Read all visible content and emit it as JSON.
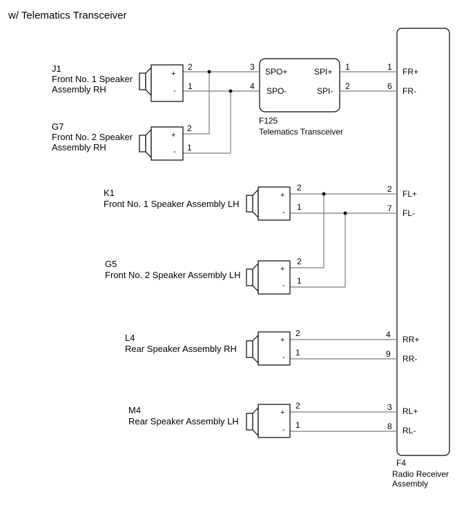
{
  "title": "w/ Telematics Transceiver",
  "radio": {
    "code": "F4",
    "name_line1": "Radio Receiver",
    "name_line2": "Assembly",
    "pins": [
      {
        "pin": "1",
        "label": "FR+"
      },
      {
        "pin": "6",
        "label": "FR-"
      },
      {
        "pin": "2",
        "label": "FL+"
      },
      {
        "pin": "7",
        "label": "FL-"
      },
      {
        "pin": "4",
        "label": "RR+"
      },
      {
        "pin": "9",
        "label": "RR-"
      },
      {
        "pin": "3",
        "label": "RL+"
      },
      {
        "pin": "8",
        "label": "RL-"
      }
    ]
  },
  "telematics": {
    "code": "F125",
    "name": "Telematics Transceiver",
    "in_plus_label": "SPO+",
    "in_minus_label": "SPO-",
    "out_plus_label": "SPI+",
    "out_minus_label": "SPI-",
    "in_plus_pin": "3",
    "in_minus_pin": "4",
    "out_plus_pin": "1",
    "out_minus_pin": "2"
  },
  "speakers": [
    {
      "code": "J1",
      "name_line1": "Front No. 1 Speaker",
      "name_line2": "Assembly RH",
      "plus_pin": "2",
      "minus_pin": "1"
    },
    {
      "code": "G7",
      "name_line1": "Front No. 2 Speaker",
      "name_line2": "Assembly RH",
      "plus_pin": "2",
      "minus_pin": "1"
    },
    {
      "code": "K1",
      "name_line1": "Front No. 1 Speaker Assembly LH",
      "name_line2": "",
      "plus_pin": "2",
      "minus_pin": "1"
    },
    {
      "code": "G5",
      "name_line1": "Front No. 2 Speaker Assembly LH",
      "name_line2": "",
      "plus_pin": "2",
      "minus_pin": "1"
    },
    {
      "code": "L4",
      "name_line1": "Rear Speaker Assembly RH",
      "name_line2": "",
      "plus_pin": "2",
      "minus_pin": "1"
    },
    {
      "code": "M4",
      "name_line1": "Rear Speaker Assembly LH",
      "name_line2": "",
      "plus_pin": "2",
      "minus_pin": "1"
    }
  ],
  "terminal_plus": "+",
  "terminal_minus": "-"
}
